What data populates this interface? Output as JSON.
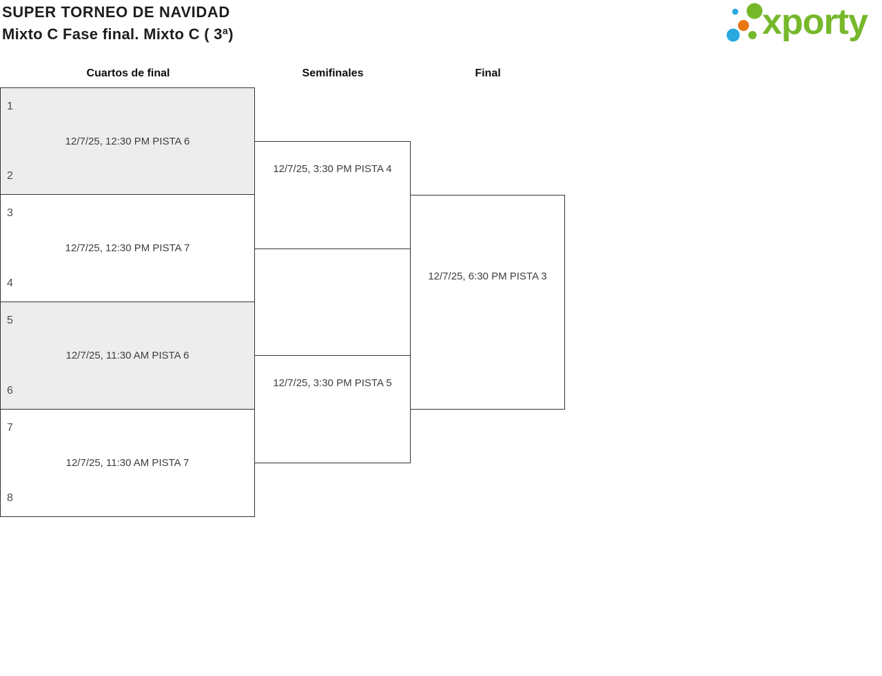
{
  "header": {
    "title": "SUPER TORNEO DE NAVIDAD",
    "subtitle": "Mixto C Fase final. Mixto C ( 3ª)"
  },
  "logo": {
    "brand_text": "xporty",
    "green": "#76b82a",
    "blue": "#29a9e0",
    "orange": "#e87711"
  },
  "colors": {
    "shaded_match_background": "#ededed",
    "match_border": "#323232",
    "schedule_text": "#3e3e3e",
    "seed_text": "#4c4c4c"
  },
  "bracket": {
    "rounds": [
      {
        "label": "Cuartos de final",
        "matches": [
          {
            "seed_top": "1",
            "seed_bottom": "2",
            "schedule": "12/7/25, 12:30 PM PISTA 6",
            "shaded": true
          },
          {
            "seed_top": "3",
            "seed_bottom": "4",
            "schedule": "12/7/25, 12:30 PM PISTA 7",
            "shaded": false
          },
          {
            "seed_top": "5",
            "seed_bottom": "6",
            "schedule": "12/7/25, 11:30 AM PISTA 6",
            "shaded": true
          },
          {
            "seed_top": "7",
            "seed_bottom": "8",
            "schedule": "12/7/25, 11:30 AM PISTA 7",
            "shaded": false
          }
        ]
      },
      {
        "label": "Semifinales",
        "matches": [
          {
            "schedule": "12/7/25, 3:30 PM PISTA 4",
            "shaded": false
          },
          {
            "schedule": "12/7/25, 3:30 PM PISTA 5",
            "shaded": false
          }
        ]
      },
      {
        "label": "Final",
        "matches": [
          {
            "schedule": "12/7/25, 6:30 PM PISTA 3",
            "shaded": false
          }
        ]
      }
    ]
  }
}
